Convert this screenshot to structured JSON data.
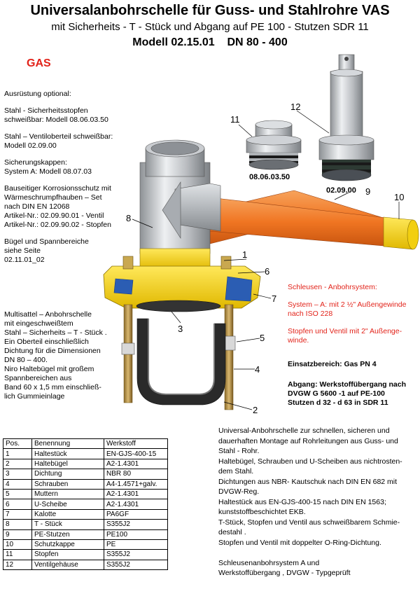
{
  "header": {
    "title": "Universalanbohrschelle für Guss- und Stahlrohre VAS",
    "subtitle": "mit Sicherheits - T - Stück und Abgang auf PE 100 - Stutzen SDR 11",
    "model": "Modell 02.15.01    DN 80 - 400"
  },
  "gas_label": "GAS",
  "left_notes": [
    "Ausrüstung optional:",
    "Stahl - Sicherheitsstopfen\nschweißbar:          Modell 08.06.03.50",
    "Stahl – Ventiloberteil schweißbar:\nModell 02.09.00",
    "Sicherungskappen:\nSystem A:             Modell 08.07.03",
    "Bauseitiger Korrosionsschutz mit\nWärmeschrumpfhauben – Set\nnach  DIN EN 12068\nArtikel-Nr.: 02.09.90.01 - Ventil\nArtikel-Nr.: 02.09.90.02 - Stopfen",
    "Bügel und Spannbereiche\nsiehe Seite\n02.11.01_02"
  ],
  "multisattel_text": "Multisattel – Anbohrschelle\nmit eingeschweißtem\nStahl – Sicherheits – T - Stück .\nEin Oberteil einschließlich\nDichtung für die Dimensionen\nDN 80 – 400.\nNiro Haltebügel mit großem\nSpannbereichen aus\nBand 60 x 1,5 mm einschließ-\nlich Gummieinlage",
  "schleusen": {
    "title": "Schleusen - Anbohrsystem:",
    "system": "System – A: mit 2 ½\" Außengewinde nach ISO 228",
    "stopfen": "Stopfen und Ventil mit 2\" Außenge-winde."
  },
  "einsatz": "Einsatzbereich:  Gas  PN 4",
  "abgang": "Abgang: Werkstoffübergang nach\nDVGW G 5600 -1 auf PE-100\nStutzen d 32 -  d 63 in SDR 11",
  "description": "Universal-Anbohrschelle zur schnellen, sicheren und\ndauerhaften Montage auf Rohrleitungen aus Guss- und\nStahl - Rohr.\nHaltebügel, Schrauben und U-Scheiben aus nichtrosten-\ndem Stahl.\nDichtungen aus  NBR- Kautschuk  nach DIN EN 682 mit\nDVGW-Reg.\nHaltestück aus  EN-GJS-400-15 nach DIN EN  1563;\nkunststoffbeschichtet EKB.\nT-Stück, Stopfen und Ventil aus schweißbarem Schmie-\ndestahl .\nStopfen und Ventil mit doppelter O-Ring-Dichtung.\n\nSchleusenanbohrsystem A und\nWerkstoffübergang ,  DVGW - Typgeprüft",
  "parts_table": {
    "headers": [
      "Pos.",
      "Benennung",
      "Werkstoff"
    ],
    "rows": [
      [
        "1",
        "Haltestück",
        "EN-GJS-400-15"
      ],
      [
        "2",
        "Haltebügel",
        "A2-1.4301"
      ],
      [
        "3",
        "Dichtung",
        "NBR 80"
      ],
      [
        "4",
        "Schrauben",
        "A4-1.4571+galv."
      ],
      [
        "5",
        "Muttern",
        "A2-1.4301"
      ],
      [
        "6",
        "U-Scheibe",
        "A2-1.4301"
      ],
      [
        "7",
        "Kalotte",
        "PA6GF"
      ],
      [
        "8",
        "T - Stück",
        "S355J2"
      ],
      [
        "9",
        "PE-Stutzen",
        "PE100"
      ],
      [
        "10",
        "Schutzkappe",
        "PE"
      ],
      [
        "11",
        "Stopfen",
        "S355J2"
      ],
      [
        "12",
        "Ventilgehäuse",
        "S355J2"
      ]
    ]
  },
  "callouts": [
    "1",
    "2",
    "3",
    "4",
    "5",
    "6",
    "7",
    "8",
    "9",
    "10",
    "11",
    "12"
  ],
  "model_labels": {
    "stopfen": "08.06.03.50",
    "ventil": "02.09.00"
  },
  "colors": {
    "red": "#e2231a",
    "yellow": "#f5d20a",
    "orange": "#f07522",
    "steel": "#b9bcc0",
    "blue": "#2b5db3"
  }
}
